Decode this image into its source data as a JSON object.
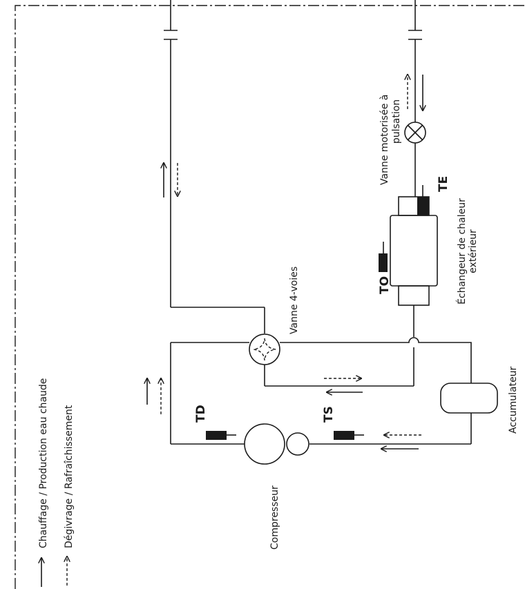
{
  "labels": {
    "vanne_motorisee_line1": "Vanne motorisée à",
    "vanne_motorisee_line2": "pulsation",
    "echangeur_line1": "Échangeur de chaleur",
    "echangeur_line2": "extérieur",
    "vanne_4_voies": "Vanne 4-voies",
    "accumulateur": "Accumulateur",
    "compresseur": "Compresseur",
    "legend_heating": "Chauffage / Production eau chaude",
    "legend_defrost": "Dégivrage / Rafraîchissement"
  },
  "sensors": {
    "te": "TE",
    "to": "TO",
    "td": "TD",
    "ts": "TS"
  },
  "colors": {
    "line": "#1a1a1a",
    "background": "#ffffff"
  }
}
